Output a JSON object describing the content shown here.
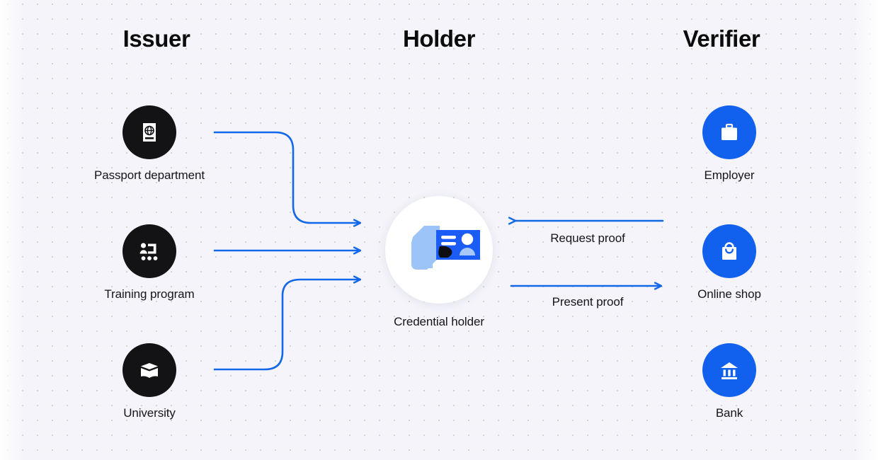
{
  "diagram": {
    "title_issuer": "Issuer",
    "title_holder": "Holder",
    "title_verifier": "Verifier",
    "colors": {
      "background": "#f4f4fa",
      "dot_grid": "#d8d4cc",
      "issuer_disc": "#131316",
      "verifier_disc": "#1260ee",
      "arrow": "#1268e8",
      "card_blue": "#1a5cf5",
      "hand_blue": "#9dc4f8",
      "text": "#15151a"
    }
  },
  "issuers": [
    {
      "label": "Passport department",
      "icon": "passport-icon"
    },
    {
      "label": "Training program",
      "icon": "training-presentation-icon"
    },
    {
      "label": "University",
      "icon": "open-book-icon"
    }
  ],
  "holder": {
    "label": "Credential holder",
    "icon": "hand-holding-id-card-icon"
  },
  "verifiers": [
    {
      "label": "Employer",
      "icon": "briefcase-icon"
    },
    {
      "label": "Online shop",
      "icon": "shopping-bag-icon"
    },
    {
      "label": "Bank",
      "icon": "bank-building-icon"
    }
  ],
  "flows": [
    {
      "label": "Request proof",
      "direction": "verifier-to-holder"
    },
    {
      "label": "Present proof",
      "direction": "holder-to-verifier"
    }
  ]
}
